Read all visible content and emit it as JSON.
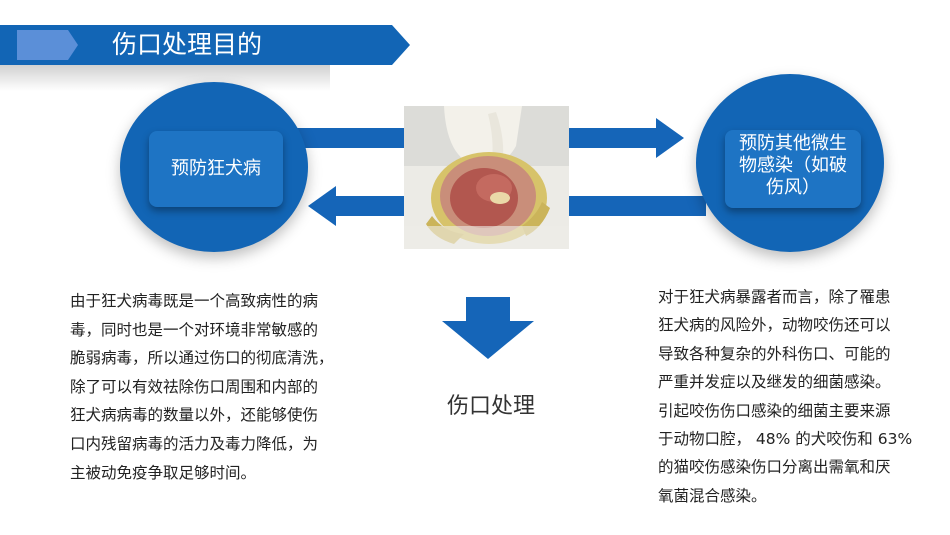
{
  "header": {
    "title": "伤口处理目的"
  },
  "left_circle": {
    "label": "预防狂犬病"
  },
  "right_circle": {
    "label": "预防其他微生物感染（如破伤风）"
  },
  "photo": {
    "icon": "wound-photo-icon"
  },
  "center": {
    "label": "伤口处理"
  },
  "left_text": {
    "lines": [
      "由于狂犬病毒既是一个高致病性的病",
      "毒，同时也是一个对环境非常敏感的",
      "脆弱病毒，所以通过伤口的彻底清洗，",
      "除了可以有效祛除伤口周围和内部的",
      "狂犬病病毒的数量以外，还能够使伤",
      "口内残留病毒的活力及毒力降低，为",
      "主被动免疫争取足够时间。"
    ]
  },
  "right_text": {
    "lines": [
      "对于狂犬病暴露者而言，除了罹患",
      "狂犬病的风险外，动物咬伤还可以",
      "导致各种复杂的外科伤口、可能的",
      "严重并发症以及继发的细菌感染。",
      "引起咬伤伤口感染的细菌主要来源",
      "于动物口腔， 48% 的犬咬伤和 63%",
      "的猫咬伤感染伤口分离出需氧和厌",
      "氧菌混合感染。"
    ]
  },
  "colors": {
    "primary": "#1265b5",
    "accent": "#5b8fd8",
    "arrow": "#1565b8"
  }
}
